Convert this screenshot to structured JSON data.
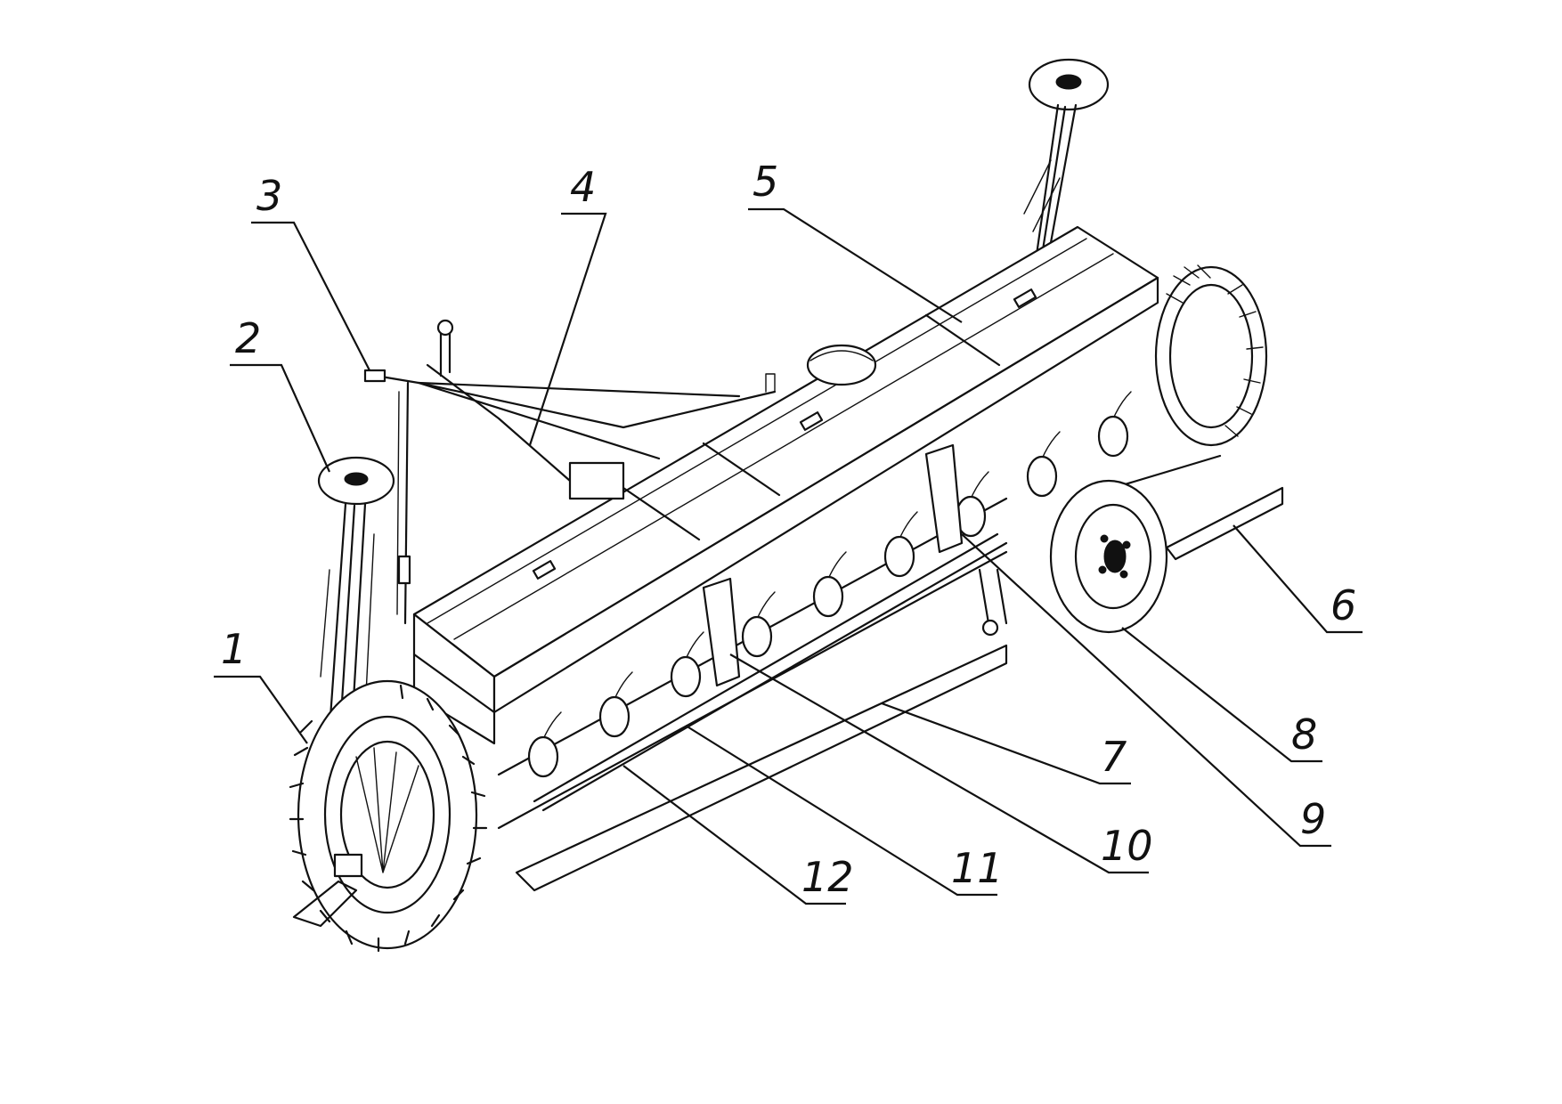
{
  "figure": {
    "callouts": [
      {
        "label": "1"
      },
      {
        "label": "2"
      },
      {
        "label": "3"
      },
      {
        "label": "4"
      },
      {
        "label": "5"
      },
      {
        "label": "6"
      },
      {
        "label": "7"
      },
      {
        "label": "8"
      },
      {
        "label": "9"
      },
      {
        "label": "10"
      },
      {
        "label": "11"
      },
      {
        "label": "12"
      }
    ]
  },
  "colors": {
    "ink": "#111111",
    "paper": "#ffffff"
  }
}
